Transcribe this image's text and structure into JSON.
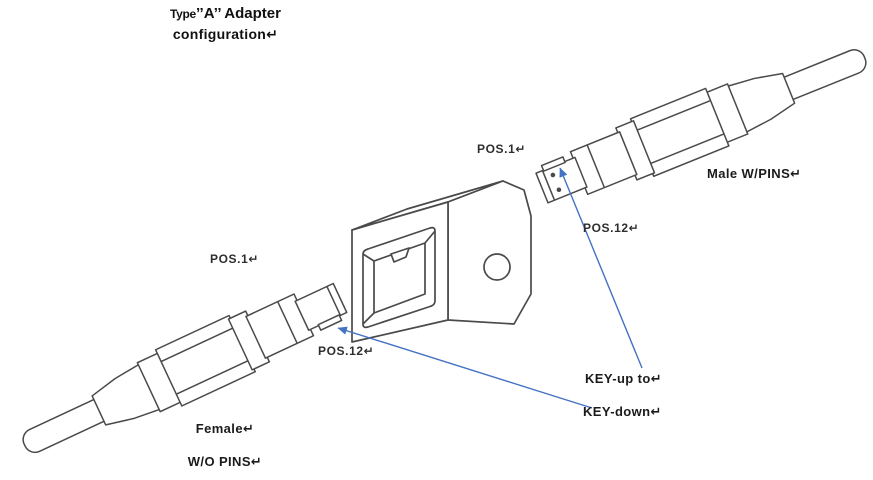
{
  "title": {
    "prefix": "Type",
    "main": "’’A’’ Adapter",
    "line2": "configuration↵"
  },
  "labels": {
    "female_pos1": "POS.1↵",
    "female_pos12": "POS.12↵",
    "male_pos1": "POS.1↵",
    "male_pos12": "POS.12↵",
    "male_type": "Male W/PINS↵",
    "female_type_line1": "Female↵",
    "female_type_line2": "W/O PINS↵",
    "key_up": "KEY-up to↵",
    "key_down": "KEY-down↵"
  },
  "parts": {
    "female_connector": "Female MPO connector without pins",
    "male_connector": "Male MPO connector with pins",
    "adapter": "Type A adapter"
  },
  "colors": {
    "outline": "#4a4a4a",
    "leader_blue": "#4472c4",
    "text": "#1b1b1b",
    "background": "#ffffff"
  }
}
